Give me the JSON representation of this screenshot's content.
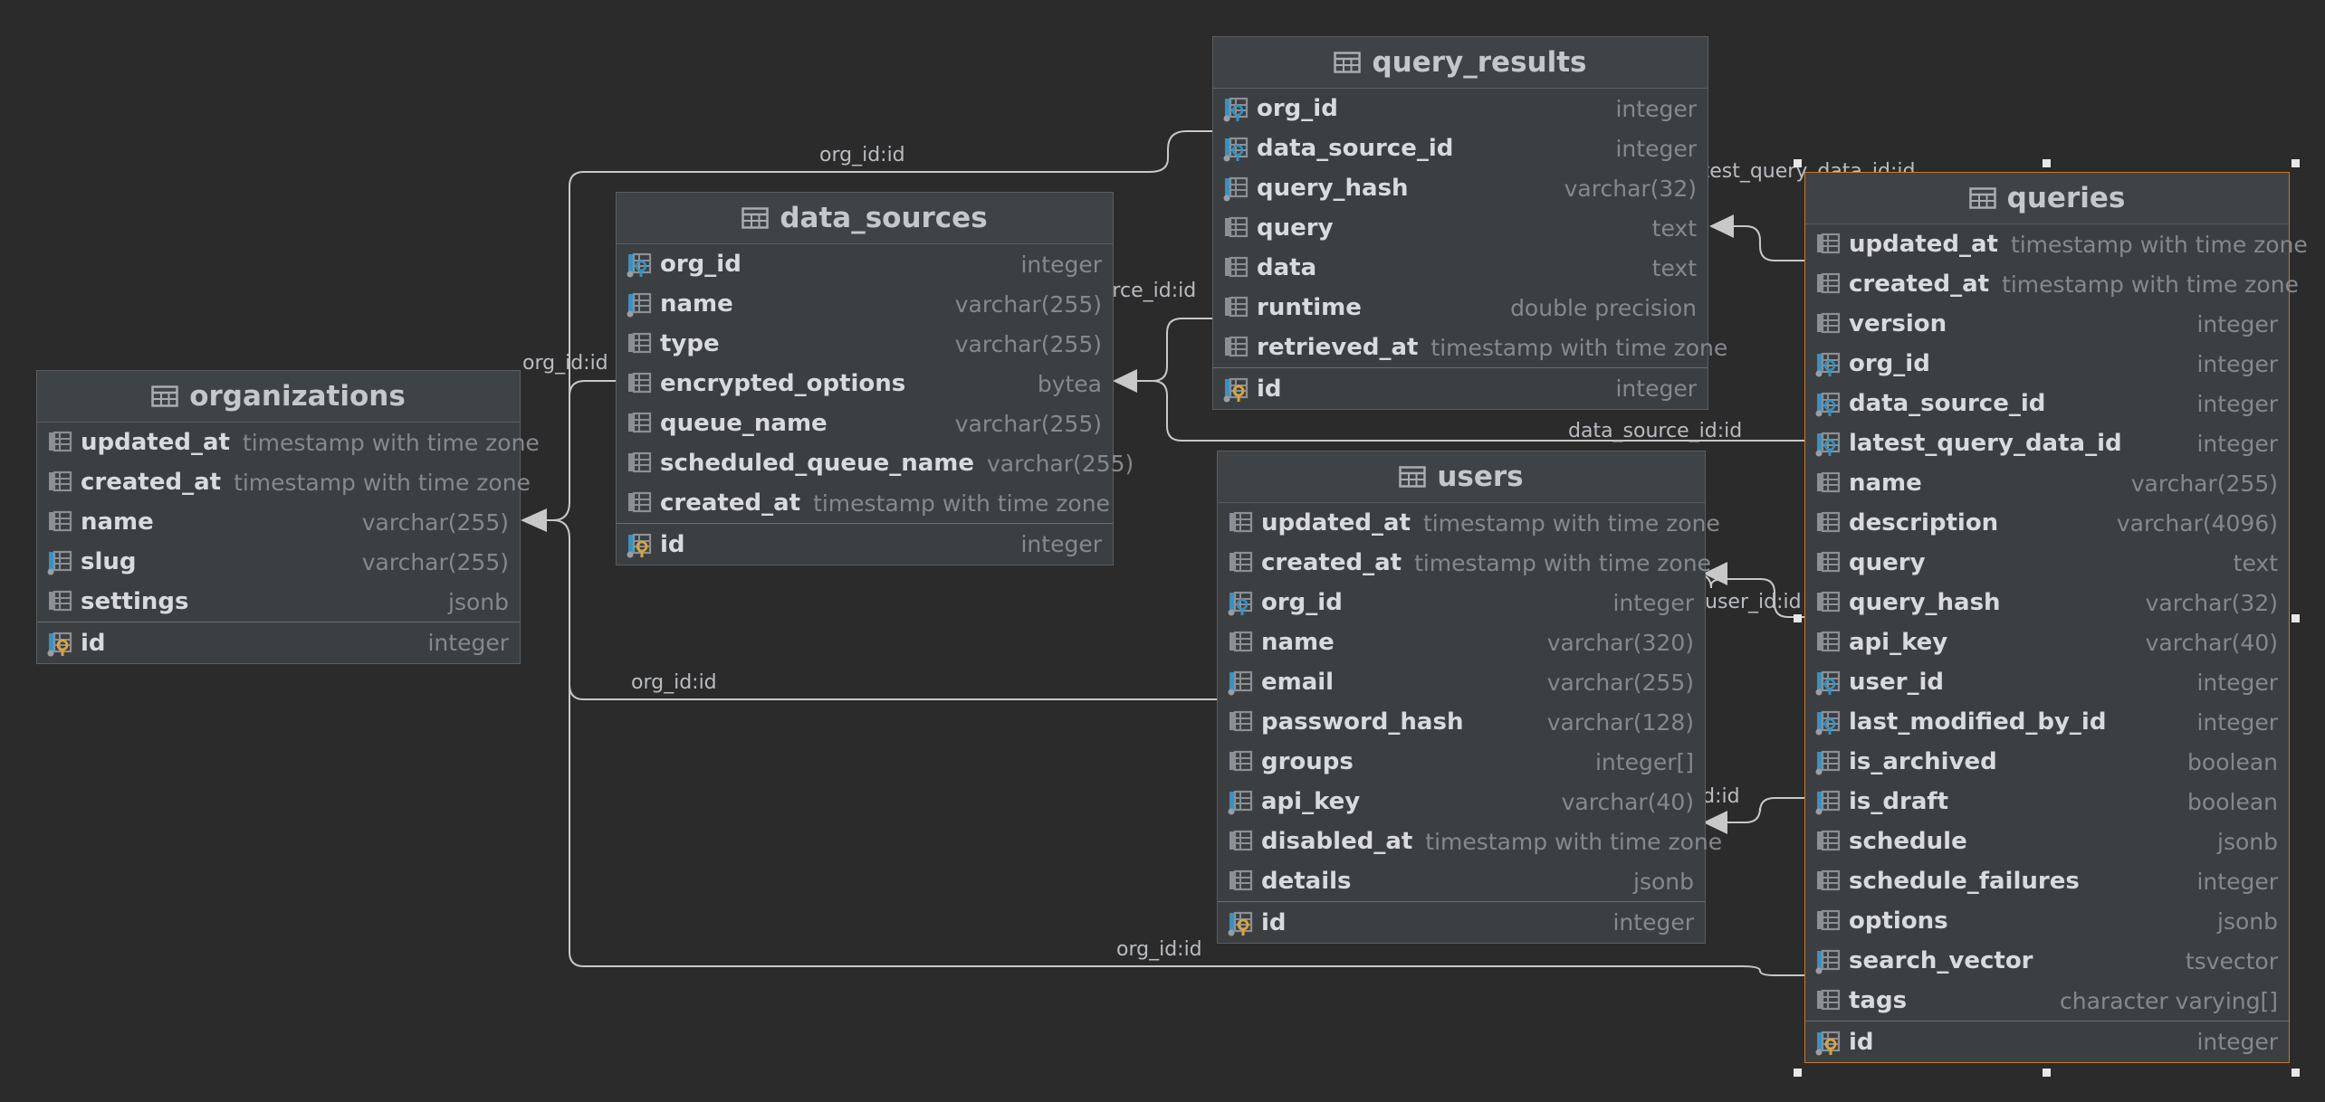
{
  "tables": [
    {
      "key": "organizations",
      "name": "organizations",
      "icon": "table-icon",
      "columns": [
        {
          "name": "updated_at",
          "type": "timestamp with time zone",
          "icon": "column-icon"
        },
        {
          "name": "created_at",
          "type": "timestamp with time zone",
          "icon": "column-icon"
        },
        {
          "name": "name",
          "type": "varchar(255)",
          "icon": "column-icon"
        },
        {
          "name": "slug",
          "type": "varchar(255)",
          "icon": "indexed-column-icon"
        },
        {
          "name": "settings",
          "type": "jsonb",
          "icon": "column-icon"
        }
      ],
      "pk": {
        "name": "id",
        "type": "integer",
        "icon": "primary-key-icon"
      }
    },
    {
      "key": "data_sources",
      "name": "data_sources",
      "icon": "table-icon",
      "columns": [
        {
          "name": "org_id",
          "type": "integer",
          "icon": "foreign-key-icon"
        },
        {
          "name": "name",
          "type": "varchar(255)",
          "icon": "indexed-column-icon"
        },
        {
          "name": "type",
          "type": "varchar(255)",
          "icon": "column-icon"
        },
        {
          "name": "encrypted_options",
          "type": "bytea",
          "icon": "column-icon"
        },
        {
          "name": "queue_name",
          "type": "varchar(255)",
          "icon": "column-icon"
        },
        {
          "name": "scheduled_queue_name",
          "type": "varchar(255)",
          "icon": "column-icon"
        },
        {
          "name": "created_at",
          "type": "timestamp with time zone",
          "icon": "column-icon"
        }
      ],
      "pk": {
        "name": "id",
        "type": "integer",
        "icon": "primary-key-icon"
      }
    },
    {
      "key": "query_results",
      "name": "query_results",
      "icon": "table-icon",
      "columns": [
        {
          "name": "org_id",
          "type": "integer",
          "icon": "foreign-key-icon"
        },
        {
          "name": "data_source_id",
          "type": "integer",
          "icon": "foreign-key-icon"
        },
        {
          "name": "query_hash",
          "type": "varchar(32)",
          "icon": "indexed-column-icon"
        },
        {
          "name": "query",
          "type": "text",
          "icon": "column-icon"
        },
        {
          "name": "data",
          "type": "text",
          "icon": "column-icon"
        },
        {
          "name": "runtime",
          "type": "double precision",
          "icon": "column-icon"
        },
        {
          "name": "retrieved_at",
          "type": "timestamp with time zone",
          "icon": "column-icon"
        }
      ],
      "pk": {
        "name": "id",
        "type": "integer",
        "icon": "primary-key-icon"
      }
    },
    {
      "key": "users",
      "name": "users",
      "icon": "table-icon",
      "columns": [
        {
          "name": "updated_at",
          "type": "timestamp with time zone",
          "icon": "column-icon"
        },
        {
          "name": "created_at",
          "type": "timestamp with time zone",
          "icon": "column-icon"
        },
        {
          "name": "org_id",
          "type": "integer",
          "icon": "foreign-key-icon"
        },
        {
          "name": "name",
          "type": "varchar(320)",
          "icon": "column-icon"
        },
        {
          "name": "email",
          "type": "varchar(255)",
          "icon": "indexed-column-icon"
        },
        {
          "name": "password_hash",
          "type": "varchar(128)",
          "icon": "column-icon"
        },
        {
          "name": "groups",
          "type": "integer[]",
          "icon": "column-icon"
        },
        {
          "name": "api_key",
          "type": "varchar(40)",
          "icon": "indexed-column-icon"
        },
        {
          "name": "disabled_at",
          "type": "timestamp with time zone",
          "icon": "column-icon"
        },
        {
          "name": "details",
          "type": "jsonb",
          "icon": "column-icon"
        }
      ],
      "pk": {
        "name": "id",
        "type": "integer",
        "icon": "primary-key-icon"
      }
    },
    {
      "key": "queries",
      "name": "queries",
      "icon": "table-icon",
      "columns": [
        {
          "name": "updated_at",
          "type": "timestamp with time zone",
          "icon": "column-icon"
        },
        {
          "name": "created_at",
          "type": "timestamp with time zone",
          "icon": "column-icon"
        },
        {
          "name": "version",
          "type": "integer",
          "icon": "column-icon"
        },
        {
          "name": "org_id",
          "type": "integer",
          "icon": "foreign-key-icon"
        },
        {
          "name": "data_source_id",
          "type": "integer",
          "icon": "foreign-key-icon"
        },
        {
          "name": "latest_query_data_id",
          "type": "integer",
          "icon": "foreign-key-icon"
        },
        {
          "name": "name",
          "type": "varchar(255)",
          "icon": "column-icon"
        },
        {
          "name": "description",
          "type": "varchar(4096)",
          "icon": "column-icon"
        },
        {
          "name": "query",
          "type": "text",
          "icon": "column-icon"
        },
        {
          "name": "query_hash",
          "type": "varchar(32)",
          "icon": "column-icon"
        },
        {
          "name": "api_key",
          "type": "varchar(40)",
          "icon": "column-icon"
        },
        {
          "name": "user_id",
          "type": "integer",
          "icon": "foreign-key-icon"
        },
        {
          "name": "last_modified_by_id",
          "type": "integer",
          "icon": "foreign-key-icon"
        },
        {
          "name": "is_archived",
          "type": "boolean",
          "icon": "indexed-column-icon"
        },
        {
          "name": "is_draft",
          "type": "boolean",
          "icon": "indexed-column-icon"
        },
        {
          "name": "schedule",
          "type": "jsonb",
          "icon": "column-icon"
        },
        {
          "name": "schedule_failures",
          "type": "integer",
          "icon": "column-icon"
        },
        {
          "name": "options",
          "type": "jsonb",
          "icon": "column-icon"
        },
        {
          "name": "search_vector",
          "type": "tsvector",
          "icon": "indexed-column-icon"
        },
        {
          "name": "tags",
          "type": "character varying[]",
          "icon": "column-icon"
        }
      ],
      "pk": {
        "name": "id",
        "type": "integer",
        "icon": "primary-key-icon"
      }
    }
  ],
  "relations": [
    {
      "key": "qr-org",
      "label": "org_id:id"
    },
    {
      "key": "ds-org",
      "label": "org_id:id"
    },
    {
      "key": "users-org",
      "label": "org_id:id"
    },
    {
      "key": "queries-org",
      "label": "org_id:id"
    },
    {
      "key": "qr-ds",
      "label": "data_source_id:id"
    },
    {
      "key": "queries-ds",
      "label": "data_source_id:id"
    },
    {
      "key": "queries-qr",
      "label": "latest_query_data_id:id"
    },
    {
      "key": "queries-user",
      "label": "user_id:id"
    },
    {
      "key": "queries-lastmod",
      "label": "last_modified_by_id:id"
    }
  ],
  "colors": {
    "background": "#2b2b2b",
    "table_body": "#3c3f41",
    "border": "#5b5e61",
    "selected_border": "#c27a2c",
    "connector": "#c8c8c8",
    "key_gold": "#d9a53c",
    "key_blue": "#3592c4"
  }
}
